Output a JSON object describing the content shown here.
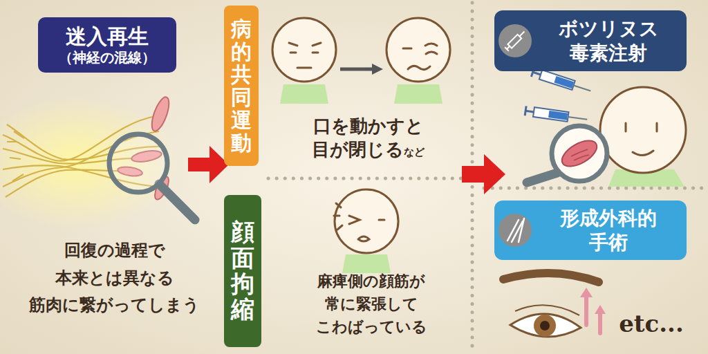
{
  "diagram": {
    "nodes": [
      {
        "text": [
          "迷入再生",
          "（神経の混線）"
        ]
      },
      {
        "text": [
          "病的共同運動"
        ]
      },
      {
        "text": [
          "顔面拘縮"
        ]
      },
      {
        "text": [
          "ボツリヌス 毒素注射"
        ]
      },
      {
        "text": [
          "形成外科的 手術"
        ]
      }
    ],
    "labels": [
      "回復の過程で 本来とは異なる 筋肉に繋がってしまう",
      "口を動かすと 目が閉じる",
      "など",
      "麻痺側の顔筋が 常に緊張して こわばっている",
      "etc..."
    ]
  }
}
